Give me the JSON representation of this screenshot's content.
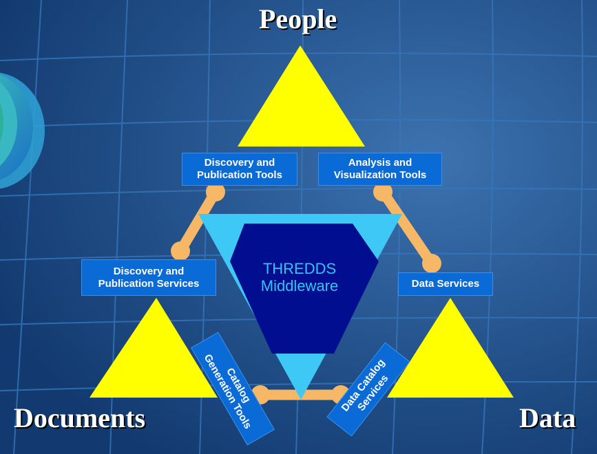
{
  "corners": {
    "people": "People",
    "documents": "Documents",
    "data": "Data"
  },
  "center": {
    "line1": "THREDDS",
    "line2": "Middleware"
  },
  "boxes": {
    "discovery_publication_tools": [
      "Discovery and",
      "Publication Tools"
    ],
    "analysis_visualization_tools": [
      "Analysis and",
      "Visualization Tools"
    ],
    "discovery_publication_services": [
      "Discovery and",
      "Publication Services"
    ],
    "data_services": [
      "Data Services"
    ],
    "catalog_generation_tools": [
      "Catalog",
      "Generation Tools"
    ],
    "data_catalog_services": [
      "Data Catalog",
      "Services"
    ]
  },
  "colors": {
    "background": "#1f4f86",
    "grid_lines": "#2f6cb0",
    "triangle_yellow": "#ffff00",
    "connector_orange": "#f6b866",
    "center_triangle": "#3ec8f5",
    "center_pentagon": "#000e8f",
    "box_fill": "#0a6ad6"
  }
}
